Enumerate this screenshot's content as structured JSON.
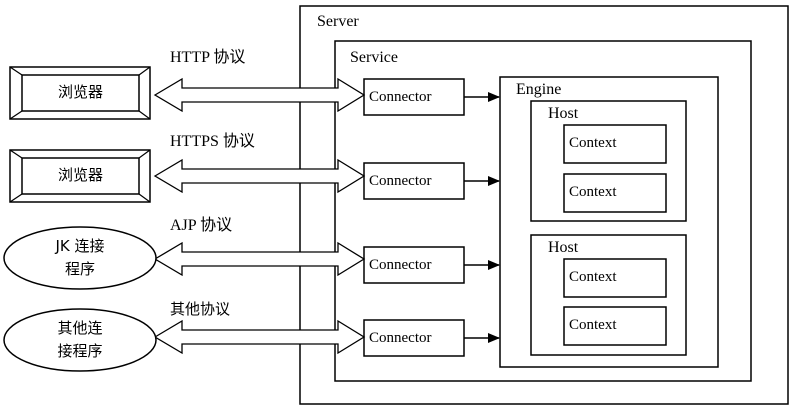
{
  "server": {
    "label": "Server"
  },
  "service": {
    "label": "Service"
  },
  "engine": {
    "label": "Engine"
  },
  "clients": [
    {
      "label": "浏览器",
      "kind": "browser"
    },
    {
      "label": "浏览器",
      "kind": "browser"
    },
    {
      "label_lines": [
        "JK 连接",
        "程序"
      ],
      "kind": "connector-program"
    },
    {
      "label_lines": [
        "其他连",
        "接程序"
      ],
      "kind": "connector-program"
    }
  ],
  "protocols": [
    "HTTP 协议",
    "HTTPS 协议",
    "AJP 协议",
    "其他协议"
  ],
  "connectors": [
    "Connector",
    "Connector",
    "Connector",
    "Connector"
  ],
  "hosts": [
    {
      "label": "Host",
      "contexts": [
        "Context",
        "Context"
      ]
    },
    {
      "label": "Host",
      "contexts": [
        "Context",
        "Context"
      ]
    }
  ]
}
